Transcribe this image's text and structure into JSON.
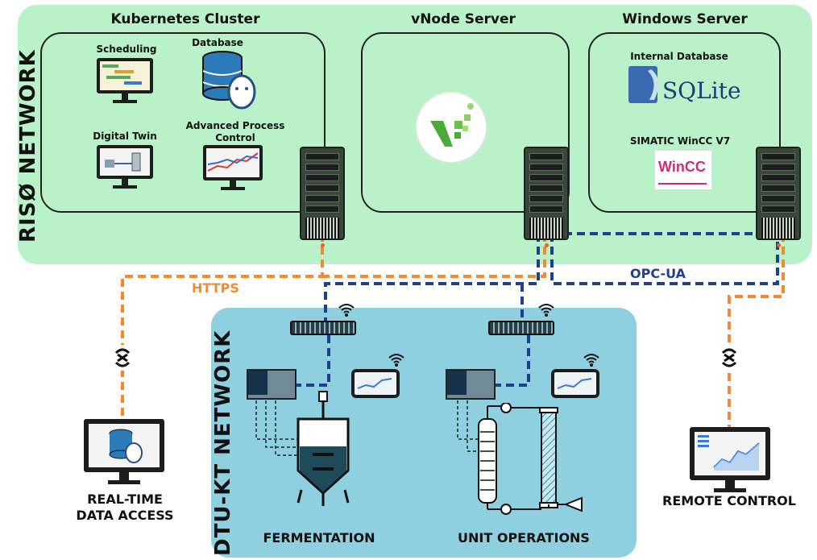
{
  "networks": {
    "riso": "RISØ NETWORK",
    "dtu": "DTU-KT NETWORK"
  },
  "clusters": {
    "kubernetes": {
      "title": "Kubernetes Cluster",
      "scheduling": "Scheduling",
      "database": "Database",
      "digital_twin": "Digital Twin",
      "apc_line1": "Advanced Process",
      "apc_line2": "Control"
    },
    "vnode": {
      "title": "vNode Server"
    },
    "windows": {
      "title": "Windows Server",
      "internal_db": "Internal Database",
      "sqlite": "SQLite",
      "wincc_label": "SIMATIC WinCC V7",
      "wincc_logo": "WinCC"
    }
  },
  "connections": {
    "https": "HTTPS",
    "opcua": "OPC-UA"
  },
  "endpoints": {
    "data_access_line1": "REAL-TIME",
    "data_access_line2": "DATA ACCESS",
    "remote_control": "REMOTE CONTROL"
  },
  "processes": {
    "fermentation": "FERMENTATION",
    "unit_operations": "UNIT OPERATIONS"
  },
  "colors": {
    "riso_bg": "#b9f2c9",
    "dtu_bg": "#8fd0e0",
    "https_line": "#f28a2e",
    "opcua_line": "#1f3f8f"
  }
}
